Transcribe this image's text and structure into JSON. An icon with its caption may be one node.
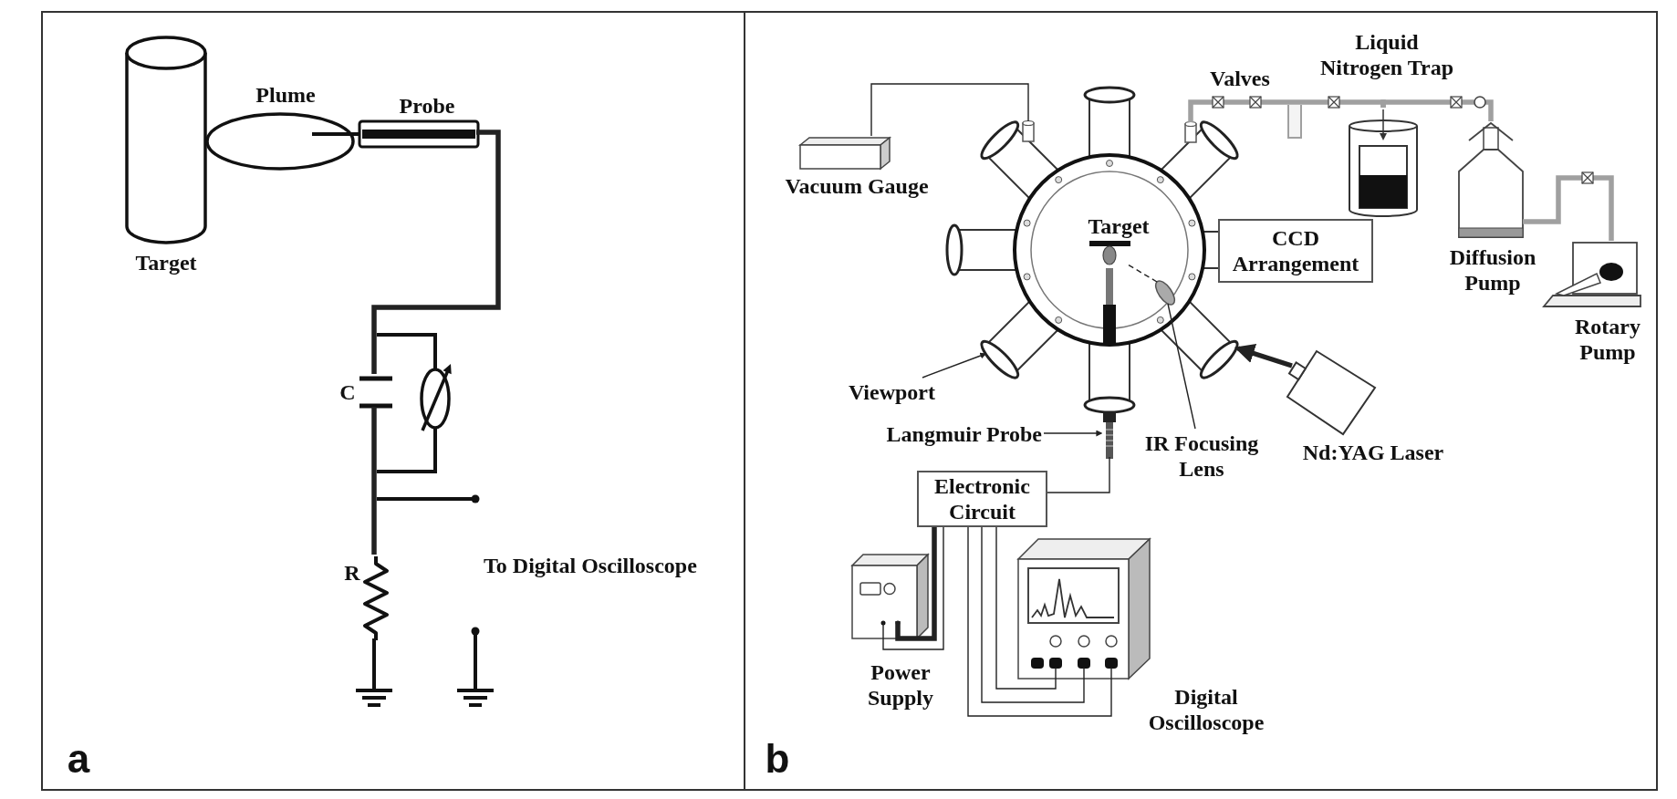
{
  "diagram": {
    "nodes": [
      {
        "text": [
          "a"
        ]
      },
      {
        "text": [
          "Target"
        ],
        "in": 0
      },
      {
        "text": [
          "Plume"
        ],
        "in": 0
      },
      {
        "text": [
          "Probe"
        ],
        "in": 0
      },
      {
        "text": [
          "C"
        ],
        "in": 0
      },
      {
        "text": [
          "R"
        ],
        "in": 0
      },
      {
        "text": [
          "b"
        ]
      },
      {
        "text": [
          "Vacuum Gauge"
        ],
        "in": 6
      },
      {
        "text": [],
        "shape": "circle",
        "in": 6
      },
      {
        "text": [
          "Target"
        ],
        "in": 8
      },
      {
        "text": [],
        "shape": "ellipse",
        "in": 8
      },
      {
        "text": [
          "Liquid Nitrogen Trap"
        ],
        "in": 6
      },
      {
        "text": [
          "CCD Arrangement"
        ],
        "in": 6
      },
      {
        "text": [
          "Diffusion Pump"
        ],
        "in": 6
      },
      {
        "text": [
          "Rotary Pump"
        ],
        "in": 6
      },
      {
        "text": [
          "Viewport"
        ],
        "in": 6
      },
      {
        "text": [
          "Langmuir Probe"
        ],
        "in": 6
      },
      {
        "text": [],
        "shape": "bar",
        "in": 6
      },
      {
        "text": [
          "IR Focusing Lens"
        ],
        "in": 6
      },
      {
        "text": [
          "Nd:YAG Laser"
        ],
        "in": 6
      },
      {
        "text": [
          "Electronic Circuit"
        ],
        "in": 6
      },
      {
        "text": [
          "Power Supply"
        ],
        "in": 6
      },
      {
        "text": [
          "Digital Oscilloscope"
        ],
        "in": 6
      }
    ],
    "edges": [
      {
        "from": 3,
        "to": 4,
        "arrow": "none",
        "style": "thick"
      },
      {
        "from": 4,
        "to": 5,
        "arrow": "none",
        "style": "thick"
      },
      {
        "from": 7,
        "to": 8,
        "arrow": "none"
      },
      {
        "from": 8,
        "to": 11,
        "arrow": "none",
        "style": "thick",
        "color": "#a0a0a0"
      },
      {
        "from": 11,
        "to": 13,
        "arrow": "none",
        "style": "thick",
        "color": "#a0a0a0"
      },
      {
        "from": 13,
        "to": 14,
        "arrow": "none",
        "style": "thick",
        "color": "#a0a0a0"
      },
      {
        "from": 10,
        "to": 9,
        "arrow": "none",
        "style": "dashed"
      },
      {
        "from": 19,
        "to": 8,
        "arrow": "to",
        "style": "thick"
      },
      {
        "from": 15,
        "to": null,
        "arrow": "to"
      },
      {
        "from": 16,
        "to": 17,
        "arrow": "to"
      },
      {
        "from": 18,
        "to": 10,
        "arrow": "none"
      },
      {
        "from": 17,
        "to": 20,
        "arrow": "none"
      },
      {
        "from": 20,
        "to": 21,
        "arrow": "none",
        "style": "thick"
      },
      {
        "from": 20,
        "to": 21,
        "arrow": "none"
      },
      {
        "from": 20,
        "to": 22,
        "arrow": "none"
      },
      {
        "from": 20,
        "to": 22,
        "arrow": "none"
      },
      {
        "from": 20,
        "to": 22,
        "arrow": "none"
      }
    ],
    "labels": [
      "To Digital Oscilloscope",
      "Valves"
    ]
  }
}
